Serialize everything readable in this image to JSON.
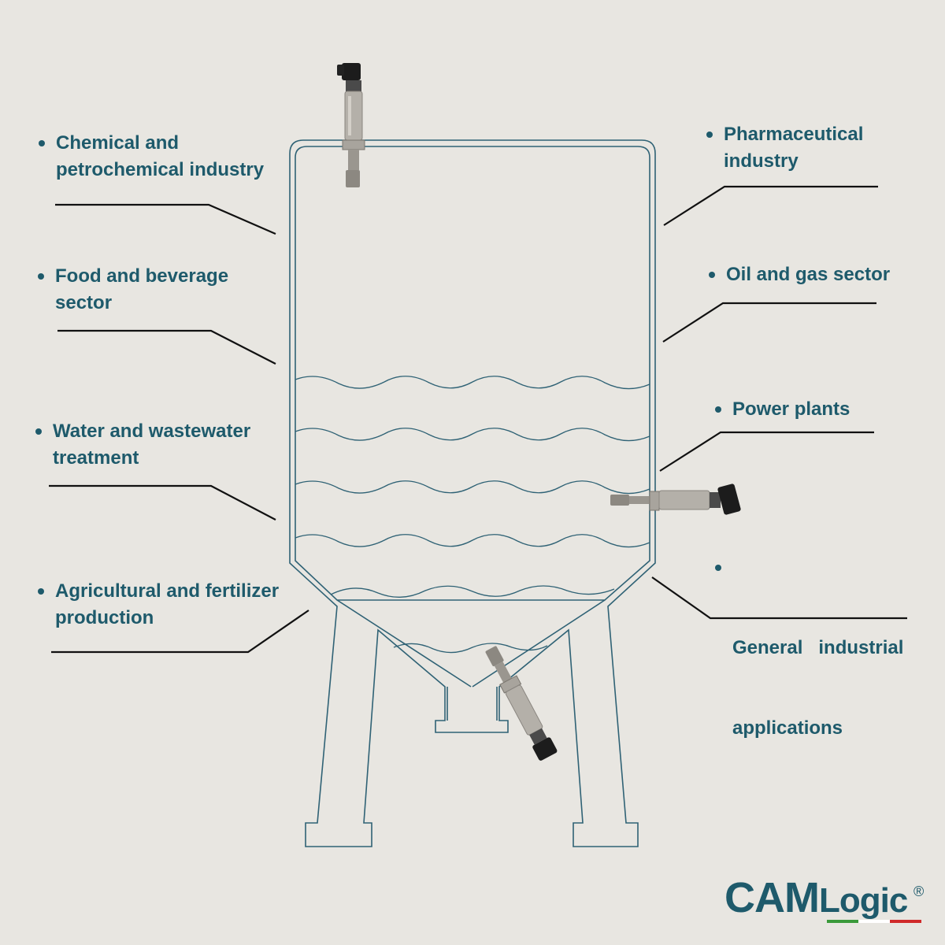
{
  "labels": [
    {
      "id": "chemical",
      "line1": "Chemical and",
      "line2": "petrochemical industry"
    },
    {
      "id": "food",
      "line1": "Food and beverage",
      "line2": "sector"
    },
    {
      "id": "water",
      "line1": "Water and wastewater",
      "line2": "treatment"
    },
    {
      "id": "agri",
      "line1": "Agricultural and fertilizer",
      "line2": "production"
    },
    {
      "id": "pharma",
      "line1": "Pharmaceutical",
      "line2": "industry"
    },
    {
      "id": "oil",
      "line1": "Oil and gas sector",
      "line2": ""
    },
    {
      "id": "power",
      "line1": "Power plants",
      "line2": ""
    },
    {
      "id": "general",
      "line1": "General   industrial",
      "line2": "applications"
    }
  ],
  "logo": {
    "cam": "CAM",
    "logic": "Logic",
    "registered": "®"
  },
  "colors": {
    "text": "#1e5a6b",
    "tank_outline": "#2f6275",
    "leader_line": "#111111",
    "background": "#e8e6e1",
    "flag_green": "#3a9a3a",
    "flag_white": "#ffffff",
    "flag_red": "#d02a2a"
  }
}
